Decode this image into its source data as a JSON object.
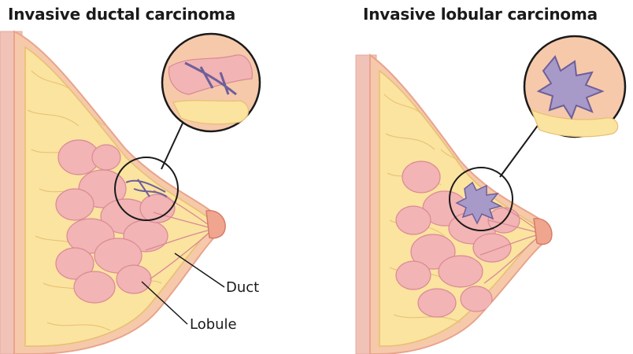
{
  "diagrams": {
    "left": {
      "title": "Invasive ductal carcinoma",
      "labels": {
        "duct": "Duct",
        "lobule": "Lobule"
      }
    },
    "right": {
      "title": "Invasive lobular carcinoma"
    }
  },
  "colors": {
    "skin": "#f6c9ab",
    "skin_edge": "#e8a48c",
    "fat": "#fbe3a0",
    "fat_edge": "#e6c070",
    "lobule": "#f2b4b4",
    "lobule_edge": "#d98a95",
    "tumor": "#a89ac8",
    "tumor_edge": "#6e5f9a",
    "outline": "#1a1a1a"
  }
}
